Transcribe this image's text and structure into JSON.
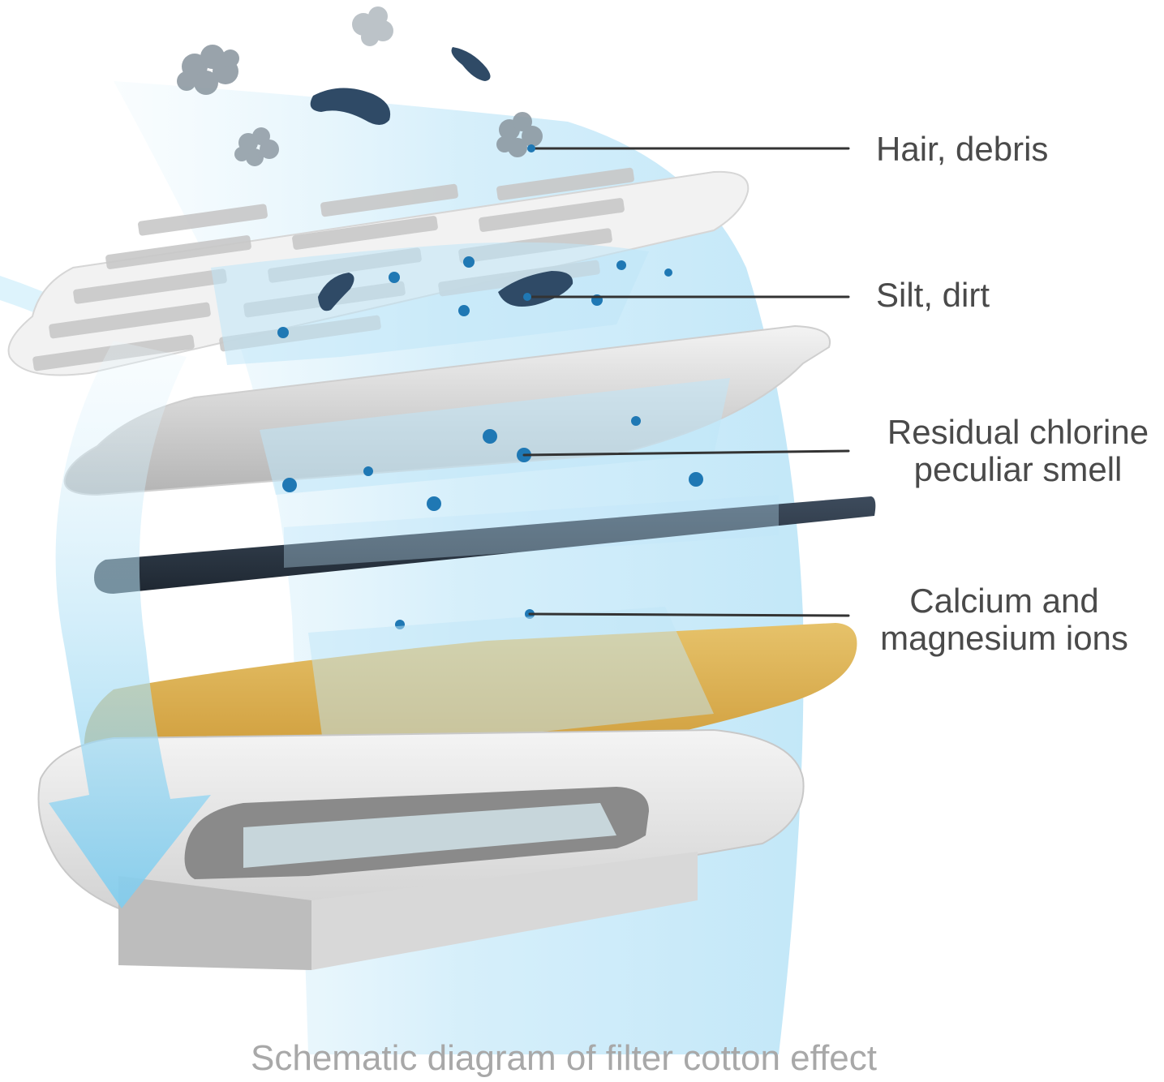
{
  "callouts": {
    "hair_debris": {
      "line1": "Hair, debris"
    },
    "silt_dirt": {
      "line1": "Silt, dirt"
    },
    "residual_chlorine": {
      "line1": "Residual chlorine",
      "line2": "peculiar smell"
    },
    "calcium_magnesium": {
      "line1": "Calcium and",
      "line2": "magnesium ions"
    }
  },
  "caption": "Schematic diagram of filter cotton effect",
  "colors": {
    "water_flow": "#bfe6f8",
    "particle_dot": "#1f78b4",
    "bacteria": "#2f4a66",
    "debris": "#8e9aa3",
    "mesh_layer": "#eeeeee",
    "cotton_layer": "#b9b9b9",
    "carbon_layer": "#2d3845",
    "resin_layer": "#d9a948",
    "callout_line": "#333333",
    "label_text": "#4a4a4a",
    "caption_text": "#a8a8a8"
  }
}
